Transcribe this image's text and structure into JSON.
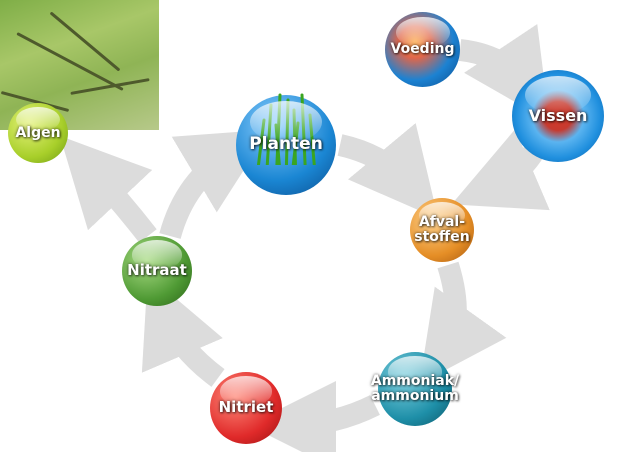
{
  "nodes": {
    "algen": {
      "label": "Algen",
      "color": "#a8cf2a"
    },
    "planten": {
      "label": "Planten",
      "color": "#1a86d3"
    },
    "voeding": {
      "label": "Voeding",
      "color": "#1c82d2"
    },
    "vissen": {
      "label": "Vissen",
      "color": "#1f8fde"
    },
    "afvalstoffen": {
      "label": "Afval-\nstoffen",
      "color": "#e58e26"
    },
    "ammoniak": {
      "label": "Ammoniak/\nammonium",
      "color": "#1e8fa8"
    },
    "nitriet": {
      "label": "Nitriet",
      "color": "#e02a2a"
    },
    "nitraat": {
      "label": "Nitraat",
      "color": "#4f9a34"
    }
  },
  "arrow_color": "#dcdcdc"
}
